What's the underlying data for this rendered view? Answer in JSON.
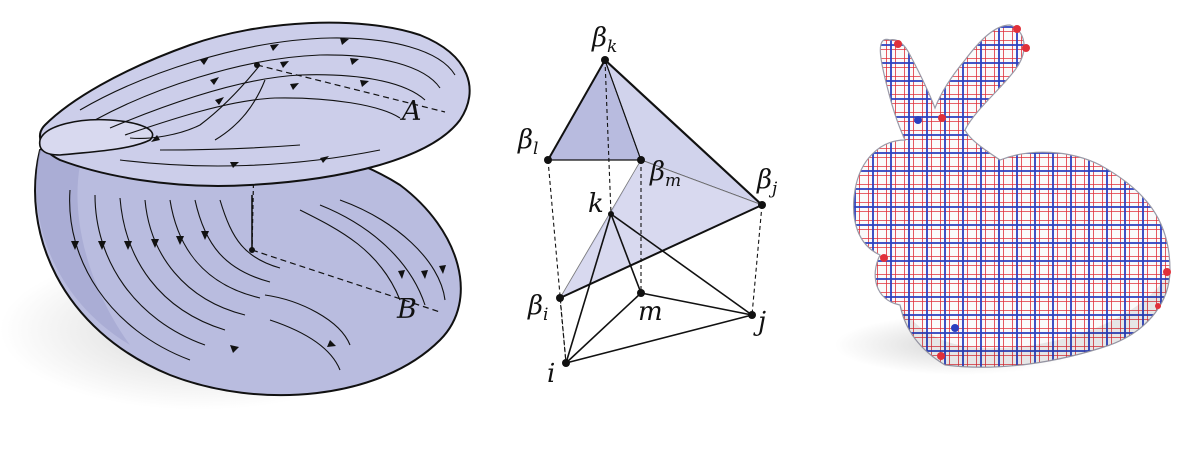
{
  "panel_left": {
    "label_a": "A",
    "label_b": "B"
  },
  "panel_middle": {
    "labels": {
      "beta_k": {
        "base": "β",
        "sub": "k"
      },
      "beta_l": {
        "base": "β",
        "sub": "l"
      },
      "beta_m": {
        "base": "β",
        "sub": "m"
      },
      "beta_j": {
        "base": "β",
        "sub": "j"
      },
      "beta_i": {
        "base": "β",
        "sub": "i"
      },
      "k": "k",
      "m": "m",
      "j": "j",
      "i": "i"
    }
  },
  "colors": {
    "surface": "#c9cbe6",
    "surface_dark": "#a9acd4",
    "shadow": "#e4e4e4",
    "grid_red": "#e0303a",
    "grid_blue": "#2a3fbf"
  }
}
